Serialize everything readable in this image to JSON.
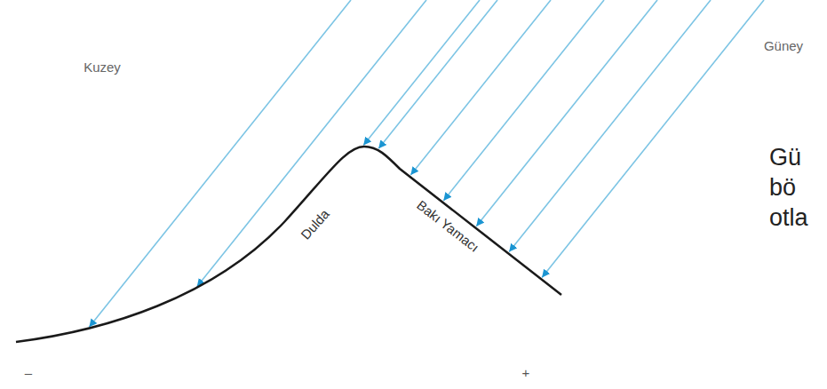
{
  "diagram": {
    "labels": [
      "Kuzey",
      "Güney",
      "Dulda",
      "Bakı Yamacı",
      "–",
      "+",
      "Gü",
      "bö",
      "otla"
    ]
  }
}
